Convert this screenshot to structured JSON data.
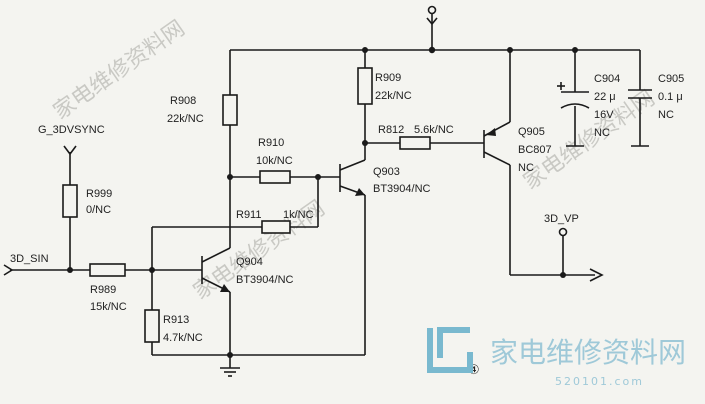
{
  "labels": {
    "g_3dvsync": "G_3DVSYNC",
    "sin_3d": "3D_SIN",
    "vp_3d": "3D_VP",
    "fig_num": "④"
  },
  "components": {
    "r999": {
      "ref": "R999",
      "value": "0/NC"
    },
    "r989": {
      "ref": "R989",
      "value": "15k/NC"
    },
    "r913": {
      "ref": "R913",
      "value": "4.7k/NC"
    },
    "r908": {
      "ref": "R908",
      "value": "22k/NC"
    },
    "r910": {
      "ref": "R910",
      "value": "10k/NC"
    },
    "r911": {
      "ref": "R911",
      "value": "1k/NC"
    },
    "r909": {
      "ref": "R909",
      "value": "22k/NC"
    },
    "r812": {
      "ref": "R812",
      "value": "5.6k/NC"
    },
    "q903": {
      "ref": "Q903",
      "value": "BT3904/NC"
    },
    "q904": {
      "ref": "Q904",
      "value": "BT3904/NC"
    },
    "q905": {
      "ref": "Q905",
      "value": "BC807",
      "extra": "NC"
    },
    "c904": {
      "ref": "C904",
      "value": "22 μ",
      "volt": "16V",
      "nc": "NC"
    },
    "c905": {
      "ref": "C905",
      "value": "0.1 μ",
      "nc": "NC"
    }
  },
  "watermark": {
    "brand_cn": "家电维修资料网",
    "brand_url": "520101.com"
  }
}
